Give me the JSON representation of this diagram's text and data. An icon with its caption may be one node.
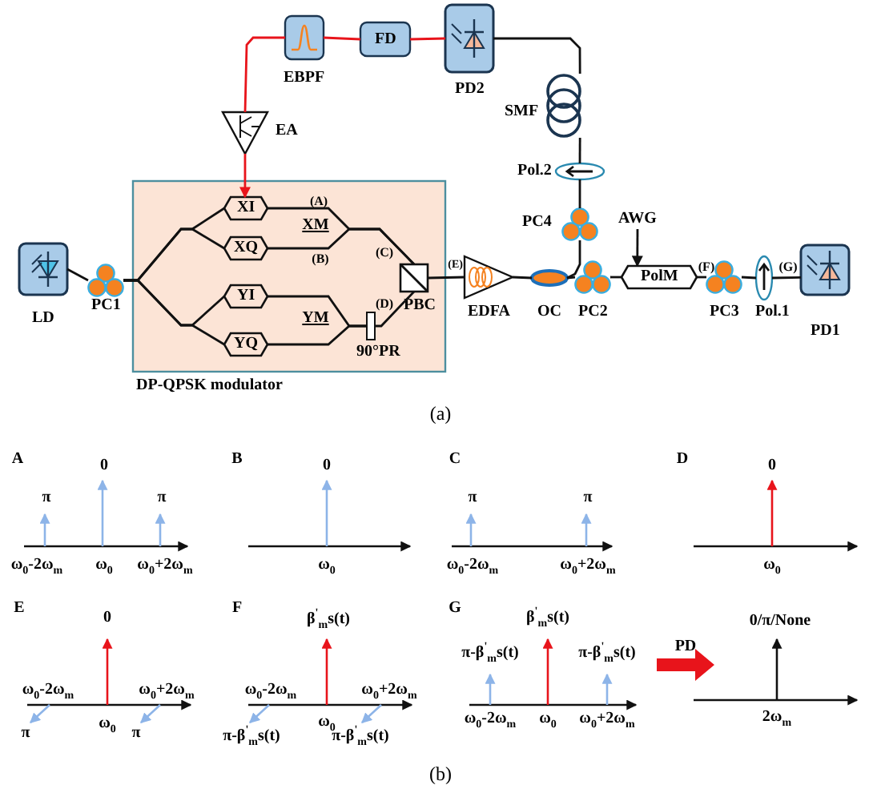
{
  "diagram": {
    "nodes": [
      {
        "text": [
          "LD"
        ]
      },
      {
        "text": [
          "PC1"
        ]
      },
      {
        "text": [
          "DP-QPSK modulator"
        ]
      },
      {
        "text": [
          "XI"
        ],
        "in": 2
      },
      {
        "text": [
          "XQ"
        ],
        "in": 2
      },
      {
        "text": [
          "YI"
        ],
        "in": 2
      },
      {
        "text": [
          "YQ"
        ],
        "in": 2
      },
      {
        "text": [
          "PBC"
        ],
        "in": 2
      },
      {
        "text": [
          "90°PR"
        ],
        "in": 2
      },
      {
        "text": [
          "EA"
        ]
      },
      {
        "text": [
          "EBPF"
        ]
      },
      {
        "text": [
          "FD"
        ]
      },
      {
        "text": [
          "PD2"
        ]
      },
      {
        "text": [
          "SMF"
        ]
      },
      {
        "text": [
          "Pol.2"
        ]
      },
      {
        "text": [
          "PC4"
        ]
      },
      {
        "text": [
          "EDFA"
        ]
      },
      {
        "text": [
          "OC"
        ]
      },
      {
        "text": [
          "PC2"
        ]
      },
      {
        "text": [
          "AWG"
        ]
      },
      {
        "text": [
          "PolM"
        ]
      },
      {
        "text": [
          "PC3"
        ]
      },
      {
        "text": [
          "Pol.1"
        ]
      },
      {
        "text": [
          "PD1"
        ]
      }
    ],
    "edges": [
      {
        "from": 0,
        "to": 1,
        "arrow": "none"
      },
      {
        "from": 1,
        "to": 3,
        "arrow": "none"
      },
      {
        "from": 1,
        "to": 4,
        "arrow": "none"
      },
      {
        "from": 1,
        "to": 5,
        "arrow": "none"
      },
      {
        "from": 1,
        "to": 6,
        "arrow": "none"
      },
      {
        "from": 3,
        "to": 7,
        "arrow": "none"
      },
      {
        "from": 4,
        "to": 7,
        "arrow": "none"
      },
      {
        "from": 5,
        "to": 8,
        "arrow": "none"
      },
      {
        "from": 6,
        "to": 8,
        "arrow": "none"
      },
      {
        "from": 8,
        "to": 7,
        "arrow": "none"
      },
      {
        "from": 7,
        "to": 16,
        "arrow": "none"
      },
      {
        "from": 16,
        "to": 17,
        "arrow": "none"
      },
      {
        "from": 17,
        "to": 18,
        "arrow": "none"
      },
      {
        "from": 18,
        "to": 20,
        "arrow": "none"
      },
      {
        "from": 20,
        "to": 21,
        "arrow": "none"
      },
      {
        "from": 21,
        "to": 22,
        "arrow": "none"
      },
      {
        "from": 22,
        "to": 23,
        "arrow": "none"
      },
      {
        "from": 17,
        "to": 15,
        "arrow": "none"
      },
      {
        "from": 15,
        "to": 14,
        "arrow": "none"
      },
      {
        "from": 14,
        "to": 13,
        "arrow": "none"
      },
      {
        "from": 13,
        "to": 12,
        "arrow": "none"
      },
      {
        "from": 12,
        "to": 11,
        "arrow": "none",
        "color": "#e8141b"
      },
      {
        "from": 11,
        "to": 10,
        "arrow": "none",
        "color": "#e8141b"
      },
      {
        "from": 10,
        "to": 9,
        "arrow": "none",
        "color": "#e8141b"
      },
      {
        "from": 9,
        "to": 3,
        "arrow": "to",
        "color": "#e8141b"
      },
      {
        "from": 19,
        "to": 20,
        "arrow": "to"
      }
    ],
    "labels": [
      "(A)",
      "XM",
      "(B)",
      "(C)",
      "YM",
      "(D)",
      "(E)",
      "(F)",
      "(G)",
      "(a)",
      "A",
      "π",
      "0",
      "π",
      "ω$_{0}$-2ω$_{m}$",
      "ω$_{0}$",
      "ω$_{0}$+2ω$_{m}$",
      "B",
      "0",
      "ω$_{0}$",
      "C",
      "π",
      "π",
      "ω$_{0}$-2ω$_{m}$",
      "ω$_{0}$+2ω$_{m}$",
      "D",
      "0",
      "ω$_{0}$",
      "E",
      "0",
      "ω$_{0}$-2ω$_{m}$",
      "ω$_{0}$+2ω$_{m}$",
      "π",
      "ω$_{0}$",
      "π",
      "F",
      "β$^{'}$$_{m}$s(t)",
      "ω$_{0}$-2ω$_{m}$",
      "ω$_{0}$+2ω$_{m}$",
      "ω$_{0}$",
      "π-β$^{'}$$_{m}$s(t)",
      "π-β$^{'}$$_{m}$s(t)",
      "G",
      "β$^{'}$$_{m}$s(t)",
      "π-β$^{'}$$_{m}$s(t)",
      "π-β$^{'}$$_{m}$s(t)",
      "ω$_{0}$-2ω$_{m}$",
      "ω$_{0}$",
      "ω$_{0}$+2ω$_{m}$",
      "PD",
      "0/π/None",
      "2ω$_{m}$",
      "(b)"
    ]
  }
}
